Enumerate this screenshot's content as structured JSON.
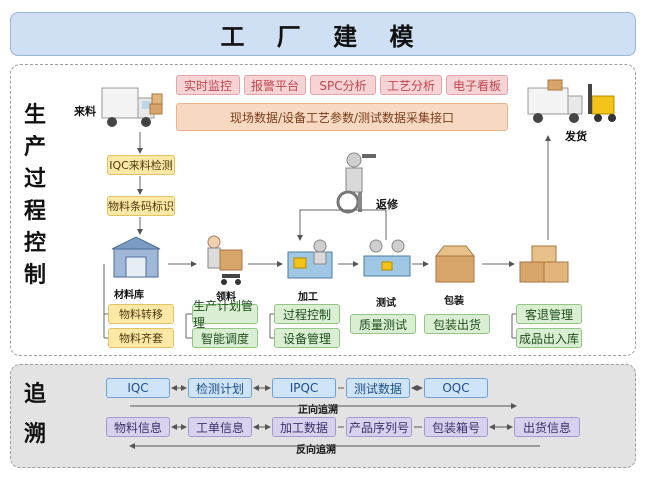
{
  "title": "工 厂 建 模",
  "production": {
    "side_title": [
      "生",
      "产",
      "过",
      "程",
      "控",
      "制"
    ],
    "monitor_chips": [
      "实时监控",
      "报警平台",
      "SPC分析",
      "工艺分析",
      "电子看板"
    ],
    "data_bar": "现场数据/设备工艺参数/测试数据采集接口",
    "incoming_label": "来料",
    "shipping_label": "发货",
    "iqc_box": "IQC来料检测",
    "barcode_box": "物料条码标识",
    "repair_label": "返修",
    "stages": {
      "warehouse": "材料库",
      "picking": "领料",
      "processing": "加工",
      "testing": "测试",
      "packing": "包装"
    },
    "warehouse_boxes": [
      "物料转移",
      "物料齐套"
    ],
    "picking_boxes": [
      "生产计划管理",
      "智能调度"
    ],
    "processing_boxes": [
      "过程控制",
      "设备管理"
    ],
    "testing_box": "质量测试",
    "packing_box": "包装出货",
    "shipping_boxes": [
      "客退管理",
      "成品出入库"
    ]
  },
  "trace": {
    "side_title": [
      "追",
      "溯"
    ],
    "forward_row": [
      "IQC",
      "检测计划",
      "IPQC",
      "测试数据",
      "OQC"
    ],
    "forward_label": "正向追溯",
    "reverse_row": [
      "物料信息",
      "工单信息",
      "加工数据",
      "产品序列号",
      "包装箱号",
      "出货信息"
    ],
    "reverse_label": "反向追溯"
  }
}
